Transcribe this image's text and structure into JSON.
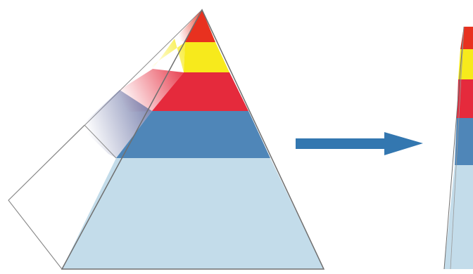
{
  "diagram": {
    "background": "#ffffff",
    "pyramid_front": {
      "bands": [
        {
          "name": "apex",
          "color": "#e8311f"
        },
        {
          "name": "yellow",
          "color": "#f7ea1c"
        },
        {
          "name": "red",
          "color": "#e52a3c"
        },
        {
          "name": "dark-blue",
          "color": "#4f86b8"
        },
        {
          "name": "light-blue",
          "color": "#c3dcea"
        }
      ],
      "edge_color": "#6f6f6f"
    },
    "pyramid_side_face": {
      "fade_colors": [
        "#e8311f",
        "#f7ea1c",
        "#e52a3c",
        "#6f78a8",
        "#ffffff"
      ],
      "edge_color": "#8a8a8a"
    },
    "arrow": {
      "color": "#3377b0",
      "direction": "right"
    },
    "pyramid_edge_on": {
      "bands": [
        {
          "name": "apex",
          "color": "#e8311f"
        },
        {
          "name": "yellow",
          "color": "#f7ea1c"
        },
        {
          "name": "red",
          "color": "#e52a3c"
        },
        {
          "name": "dark-blue",
          "color": "#4f86b8"
        },
        {
          "name": "light-blue",
          "color": "#c3dcea"
        }
      ]
    }
  }
}
